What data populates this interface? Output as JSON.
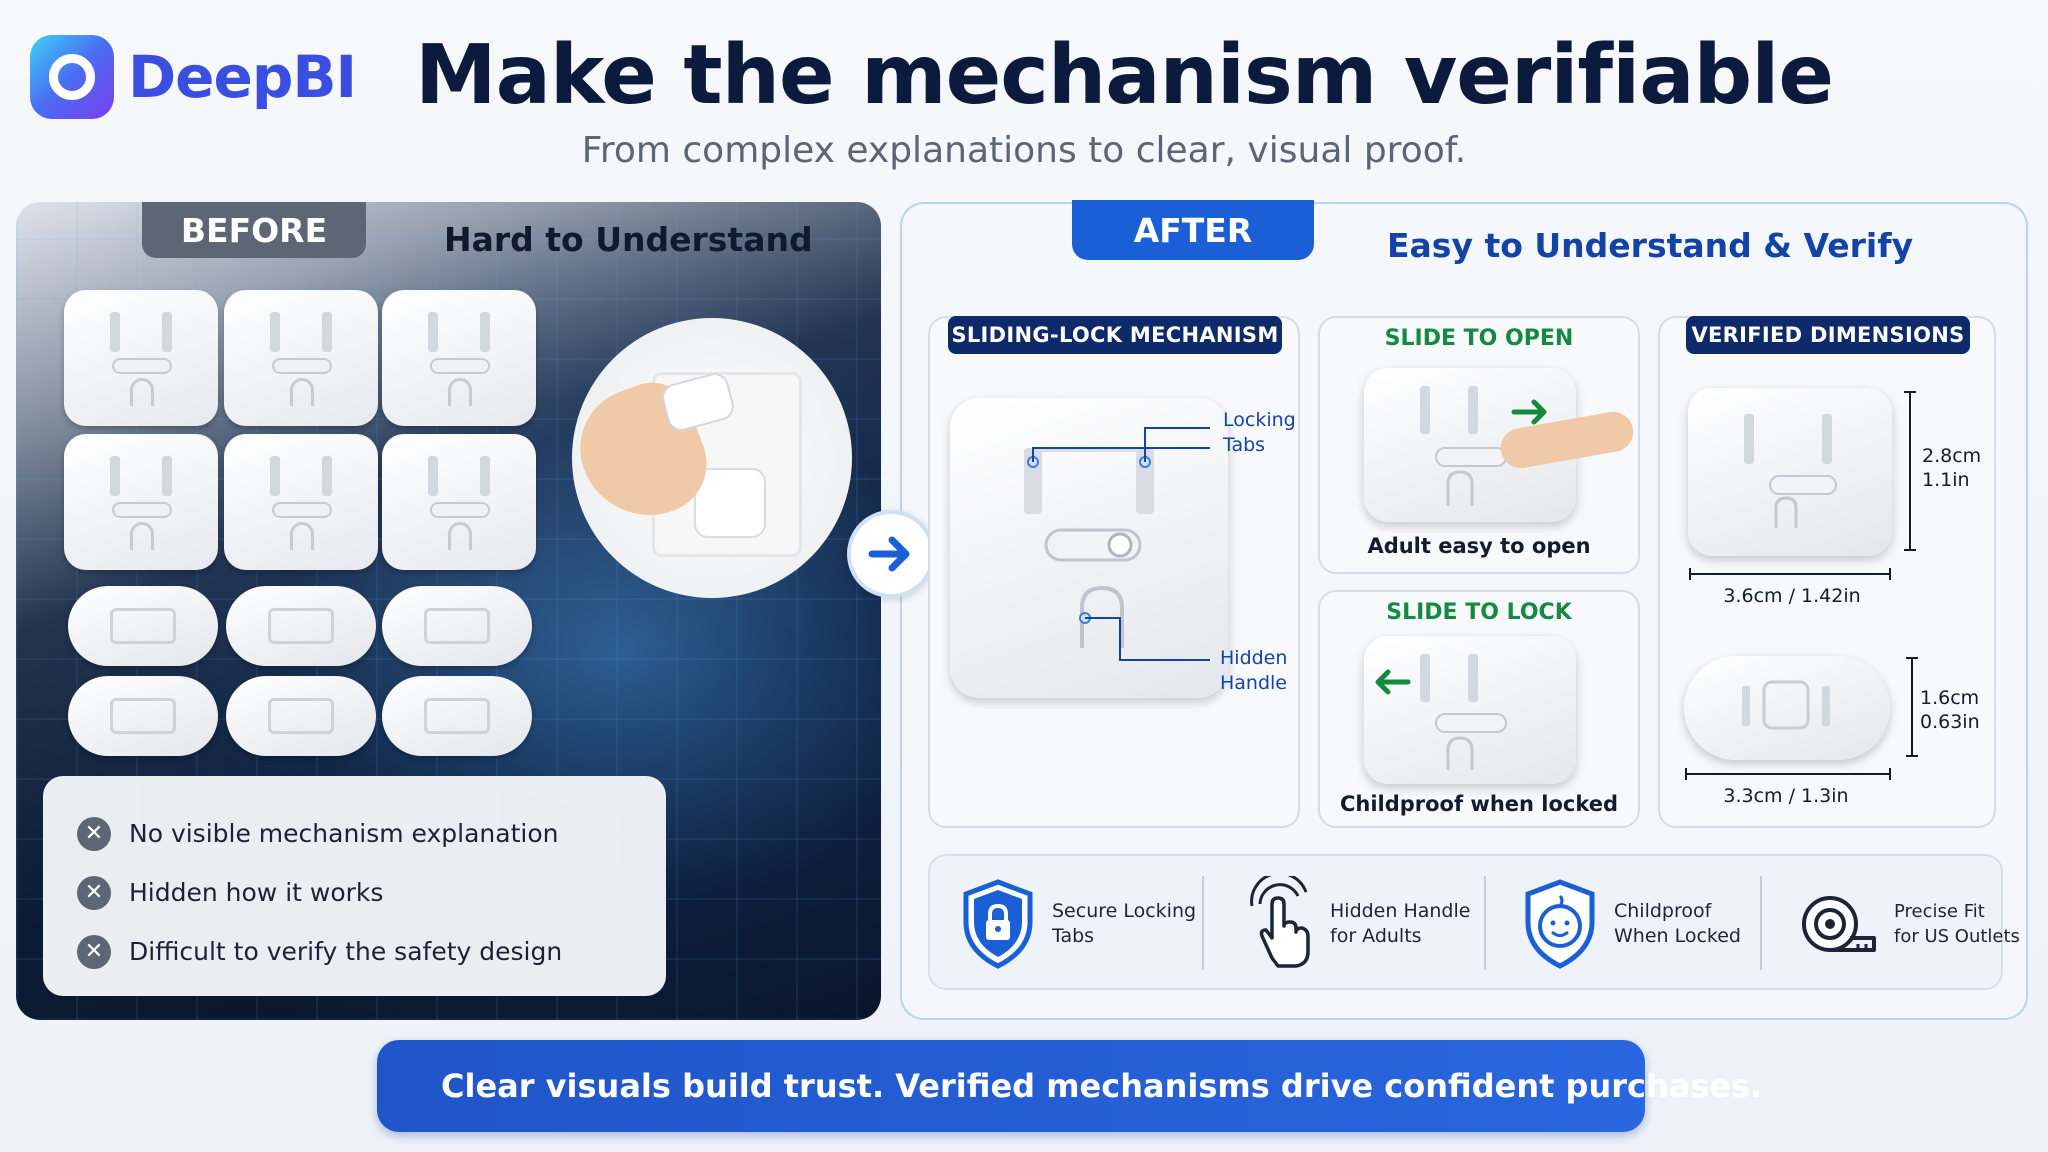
{
  "brand": {
    "name": "DeepBI"
  },
  "header": {
    "title": "Make the mechanism verifiable",
    "subtitle": "From complex explanations to clear, visual proof."
  },
  "before": {
    "tab_label": "BEFORE",
    "heading": "Hard to Understand",
    "issues": [
      "No visible mechanism explanation",
      "Hidden how it works",
      "Difficult to verify the safety design"
    ]
  },
  "after": {
    "tab_label": "AFTER",
    "heading": "Easy to Understand & Verify",
    "mechanism": {
      "title": "SLIDING-LOCK MECHANISM",
      "label_locking": [
        "Locking",
        "Tabs"
      ],
      "label_hidden": [
        "Hidden",
        "Handle"
      ]
    },
    "slide_open": {
      "title": "SLIDE TO OPEN",
      "caption": "Adult easy to open"
    },
    "slide_lock": {
      "title": "SLIDE TO LOCK",
      "caption": "Childproof when locked"
    },
    "dimensions": {
      "title": "VERIFIED DIMENSIONS",
      "large": {
        "height": [
          "2.8cm",
          "1.1in"
        ],
        "width": "3.6cm / 1.42in"
      },
      "small": {
        "height": [
          "1.6cm",
          "0.63in"
        ],
        "width": "3.3cm / 1.3in"
      }
    },
    "features": [
      {
        "icon": "shield-lock-icon",
        "lines": [
          "Secure Locking",
          "Tabs"
        ]
      },
      {
        "icon": "hand-pointer-icon",
        "lines": [
          "Hidden Handle",
          "for Adults"
        ]
      },
      {
        "icon": "baby-shield-icon",
        "lines": [
          "Childproof",
          "When Locked"
        ]
      },
      {
        "icon": "tape-measure-icon",
        "lines": [
          "Precise Fit",
          "for US Outlets"
        ]
      }
    ]
  },
  "banner": {
    "text": "Clear visuals build trust. Verified mechanisms drive confident purchases."
  },
  "colors": {
    "primary": "#1a5fd6",
    "navy": "#0e2a6b",
    "green": "#138a3e",
    "before_gray": "#5d6675"
  }
}
